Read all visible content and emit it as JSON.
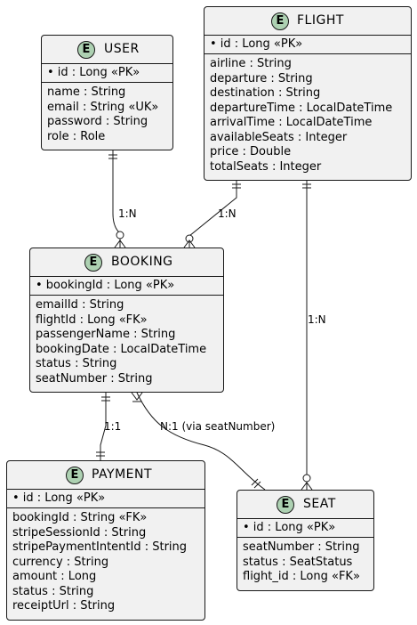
{
  "entities": {
    "user": {
      "name": "USER",
      "pk": "• id : Long «PK»",
      "fields": [
        "name : String",
        "email : String «UK»",
        "password : String",
        "role : Role"
      ]
    },
    "flight": {
      "name": "FLIGHT",
      "pk": "• id : Long «PK»",
      "fields": [
        "airline : String",
        "departure : String",
        "destination : String",
        "departureTime : LocalDateTime",
        "arrivalTime : LocalDateTime",
        "availableSeats : Integer",
        "price : Double",
        "totalSeats : Integer"
      ]
    },
    "booking": {
      "name": "BOOKING",
      "pk": "• bookingId : Long «PK»",
      "fields": [
        "emailId : String",
        "flightId : Long «FK»",
        "passengerName : String",
        "bookingDate : LocalDateTime",
        "status : String",
        "seatNumber : String"
      ]
    },
    "payment": {
      "name": "PAYMENT",
      "pk": "• id : Long «PK»",
      "fields": [
        "bookingId : String «FK»",
        "stripeSessionId : String",
        "stripePaymentIntentId : String",
        "currency : String",
        "amount : Long",
        "status : String",
        "receiptUrl : String"
      ]
    },
    "seat": {
      "name": "SEAT",
      "pk": "• id : Long «PK»",
      "fields": [
        "seatNumber : String",
        "status : SeatStatus",
        "flight_id : Long «FK»"
      ]
    }
  },
  "entity_badge": "E",
  "relationships": [
    {
      "from": "USER",
      "to": "BOOKING",
      "label": "1:N"
    },
    {
      "from": "FLIGHT",
      "to": "BOOKING",
      "label": "1:N"
    },
    {
      "from": "FLIGHT",
      "to": "SEAT",
      "label": "1:N"
    },
    {
      "from": "BOOKING",
      "to": "PAYMENT",
      "label": "1:1"
    },
    {
      "from": "BOOKING",
      "to": "SEAT",
      "label": "N:1 (via seatNumber)"
    }
  ],
  "colors": {
    "entity_fill": "#f1f1f1",
    "badge_fill": "#add1b2",
    "border": "#181818"
  }
}
